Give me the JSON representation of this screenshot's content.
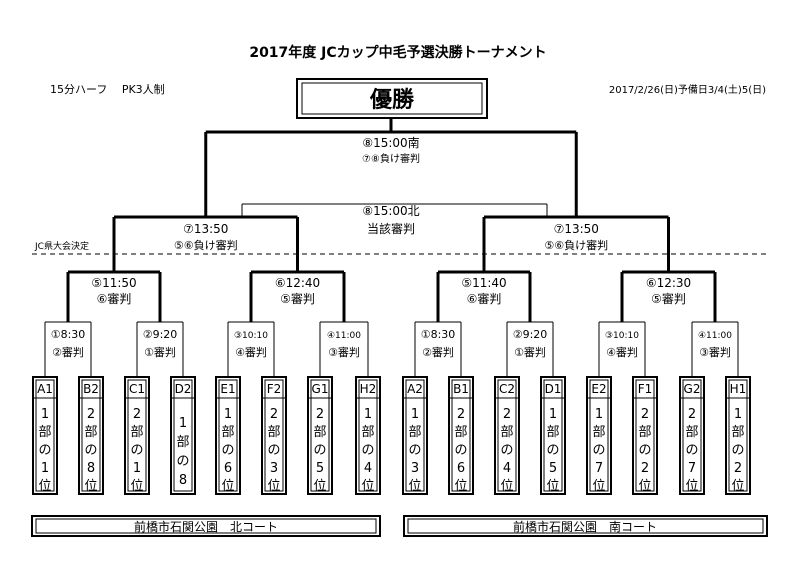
{
  "title": "2017年度 JCカップ中毛予選決勝トーナメント",
  "rules": "15分ハーフ　 PK3人制",
  "dates": "2017/2/26(日)予備日3/4(土)5(日)",
  "champion": "優勝",
  "jc_line_label": "JC県大会決定",
  "final": {
    "time": "⑧15:00南",
    "ref": "⑦⑧負け審判"
  },
  "third_place": {
    "time": "⑧15:00北",
    "ref": "当該審判"
  },
  "semis": [
    {
      "time": "⑦13:50",
      "ref": "⑤⑥負け審判"
    },
    {
      "time": "⑦13:50",
      "ref": "⑤⑥負け審判"
    }
  ],
  "quarters": [
    {
      "time": "⑤11:50",
      "ref": "⑥審判"
    },
    {
      "time": "⑥12:40",
      "ref": "⑤審判"
    },
    {
      "time": "⑤11:40",
      "ref": "⑥審判"
    },
    {
      "time": "⑥12:30",
      "ref": "⑤審判"
    }
  ],
  "round1": [
    {
      "time": "①8:30",
      "ref": "②審判"
    },
    {
      "time": "②9:20",
      "ref": "①審判"
    },
    {
      "time": "③10:10",
      "ref": "④審判"
    },
    {
      "time": "④11:00",
      "ref": "③審判"
    },
    {
      "time": "①8:30",
      "ref": "②審判"
    },
    {
      "time": "②9:20",
      "ref": "①審判"
    },
    {
      "time": "③10:10",
      "ref": "④審判"
    },
    {
      "time": "④11:00",
      "ref": "③審判"
    }
  ],
  "teams": [
    {
      "code": "A1",
      "rank": [
        "1",
        "部",
        "の",
        "1",
        "位"
      ]
    },
    {
      "code": "B2",
      "rank": [
        "2",
        "部",
        "の",
        "8",
        "位"
      ]
    },
    {
      "code": "C1",
      "rank": [
        "2",
        "部",
        "の",
        "1",
        "位"
      ]
    },
    {
      "code": "D2",
      "rank": [
        "1",
        "部",
        "の",
        "8"
      ]
    },
    {
      "code": "E1",
      "rank": [
        "1",
        "部",
        "の",
        "6",
        "位"
      ]
    },
    {
      "code": "F2",
      "rank": [
        "2",
        "部",
        "の",
        "3",
        "位"
      ]
    },
    {
      "code": "G1",
      "rank": [
        "2",
        "部",
        "の",
        "5",
        "位"
      ]
    },
    {
      "code": "H2",
      "rank": [
        "1",
        "部",
        "の",
        "4",
        "位"
      ]
    },
    {
      "code": "A2",
      "rank": [
        "1",
        "部",
        "の",
        "3",
        "位"
      ]
    },
    {
      "code": "B1",
      "rank": [
        "2",
        "部",
        "の",
        "6",
        "位"
      ]
    },
    {
      "code": "C2",
      "rank": [
        "2",
        "部",
        "の",
        "4",
        "位"
      ]
    },
    {
      "code": "D1",
      "rank": [
        "1",
        "部",
        "の",
        "5",
        "位"
      ]
    },
    {
      "code": "E2",
      "rank": [
        "1",
        "部",
        "の",
        "7",
        "位"
      ]
    },
    {
      "code": "F1",
      "rank": [
        "2",
        "部",
        "の",
        "2",
        "位"
      ]
    },
    {
      "code": "G2",
      "rank": [
        "2",
        "部",
        "の",
        "7",
        "位"
      ]
    },
    {
      "code": "H1",
      "rank": [
        "1",
        "部",
        "の",
        "2",
        "位"
      ]
    }
  ],
  "venues": [
    "前橋市石関公園　北コート",
    "前橋市石関公園　南コート"
  ]
}
